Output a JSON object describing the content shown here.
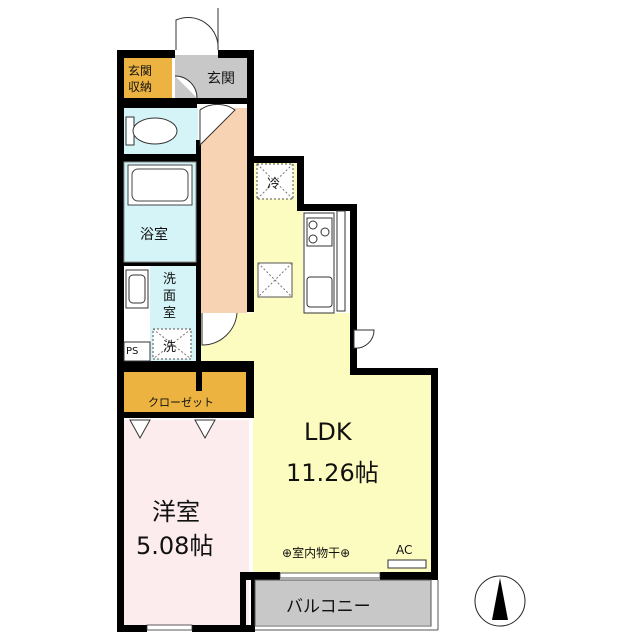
{
  "floorplan": {
    "rooms": {
      "genkan": {
        "label": "玄関"
      },
      "genkan_storage": {
        "label_line1": "玄関",
        "label_line2": "収納"
      },
      "bathroom": {
        "label": "浴室"
      },
      "washroom": {
        "label_line1": "洗",
        "label_line2": "面",
        "label_line3": "室"
      },
      "washer": {
        "label": "洗"
      },
      "ps": {
        "label": "PS"
      },
      "closet": {
        "label": "クローゼット"
      },
      "western_room": {
        "name": "洋室",
        "size": "5.08帖"
      },
      "ldk": {
        "name": "LDK",
        "size": "11.26帖"
      },
      "fridge": {
        "label": "冷"
      },
      "indoor_drying": {
        "label": "室内物干"
      },
      "ac": {
        "label": "AC"
      },
      "balcony": {
        "label": "バルコニー"
      }
    },
    "colors": {
      "wall": "#000000",
      "genkan": "#c8c8c8",
      "storage": "#ecb340",
      "wet_area": "#d4f4f8",
      "hallway": "#f7d3b3",
      "ldk": "#fdfcc0",
      "western_room": "#fcecee",
      "balcony": "#c8c8c8"
    },
    "compass": {
      "direction": "north"
    }
  }
}
